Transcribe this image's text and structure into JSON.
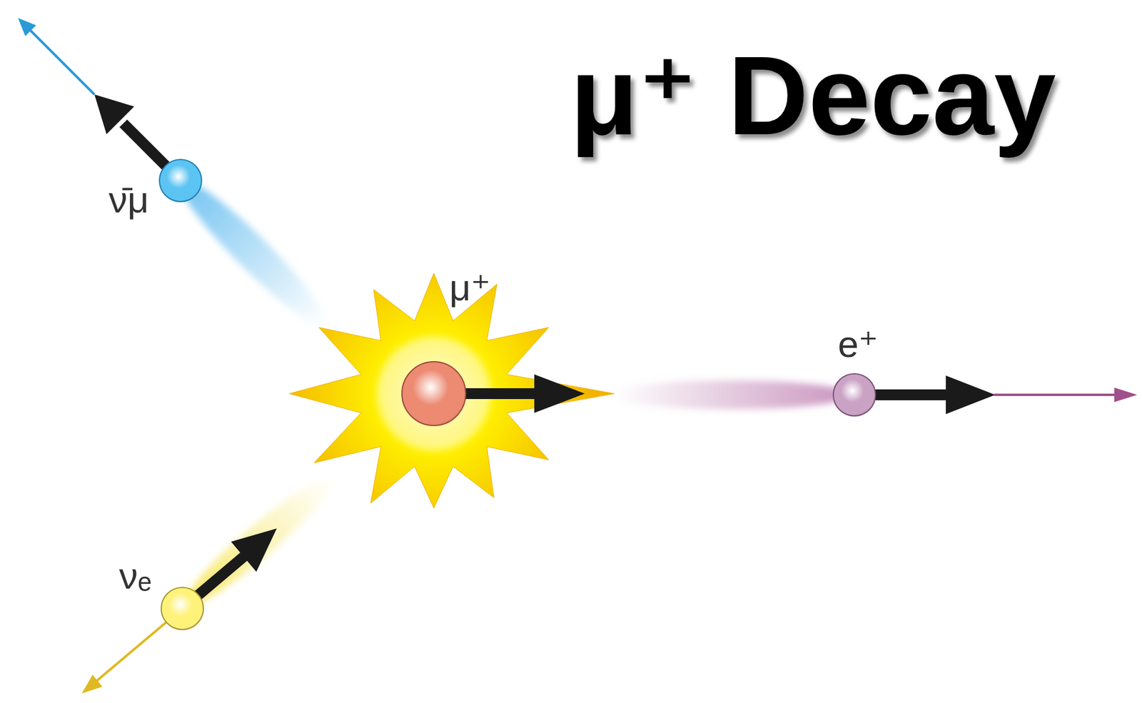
{
  "diagram": {
    "title": "μ⁺ Decay",
    "nodes": [
      {
        "text": [
          "ν̄μ"
        ]
      },
      {
        "text": [
          "μ⁺"
        ]
      },
      {
        "text": [
          "e⁺"
        ]
      },
      {
        "text": [
          "νₑ"
        ]
      }
    ]
  }
}
